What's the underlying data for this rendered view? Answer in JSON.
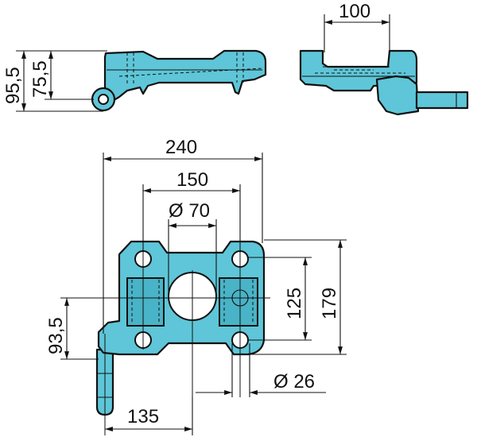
{
  "dimensions": {
    "side_total_height": "95,5",
    "side_pivot_height": "75,5",
    "end_width": "100",
    "overall_width": "240",
    "hole_spacing": "150",
    "bore_diameter": "Ø 70",
    "hole_pitch": "125",
    "overall_height": "179",
    "pin_offset": "93,5",
    "hole_diameter": "Ø 26",
    "pin_to_center": "135"
  }
}
